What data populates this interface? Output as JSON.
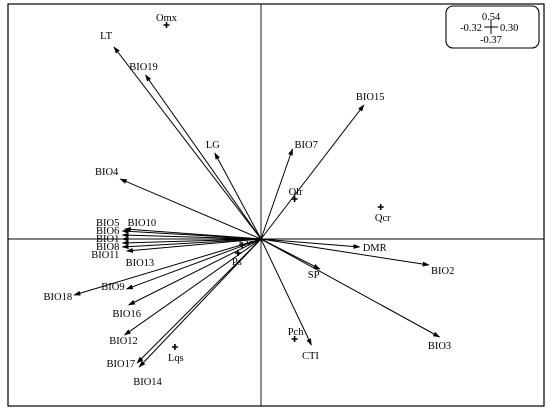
{
  "chart_data": {
    "type": "scatter",
    "title": "",
    "xlabel": "",
    "ylabel": "",
    "xlim": [
      -1,
      1
    ],
    "ylim": [
      -1,
      1
    ],
    "grid": false,
    "axes_through_origin": true,
    "scale_box": {
      "top": "0.54",
      "left": "-0.32",
      "right": "0.30",
      "bottom": "-0.37",
      "position": "top-right"
    },
    "arrows": [
      {
        "label": "LT",
        "x": -0.7,
        "y": 0.96
      },
      {
        "label": "BIO19",
        "x": -0.55,
        "y": 0.82
      },
      {
        "label": "LG",
        "x": -0.22,
        "y": 0.43
      },
      {
        "label": "BIO7",
        "x": 0.15,
        "y": 0.45
      },
      {
        "label": "BIO15",
        "x": 0.49,
        "y": 0.67
      },
      {
        "label": "BIO4",
        "x": -0.67,
        "y": 0.3
      },
      {
        "label": "BIO10",
        "x": -0.65,
        "y": 0.05
      },
      {
        "label": "BIO5",
        "x": -0.66,
        "y": 0.04
      },
      {
        "label": "BIO6",
        "x": -0.66,
        "y": 0.02
      },
      {
        "label": "BIO1",
        "x": -0.66,
        "y": 0.0
      },
      {
        "label": "BIO8",
        "x": -0.66,
        "y": -0.02
      },
      {
        "label": "BIO11",
        "x": -0.66,
        "y": -0.04
      },
      {
        "label": "BIO13",
        "x": -0.64,
        "y": -0.06
      },
      {
        "label": "BIO18",
        "x": -0.89,
        "y": -0.28
      },
      {
        "label": "BIO9",
        "x": -0.64,
        "y": -0.25
      },
      {
        "label": "BIO16",
        "x": -0.63,
        "y": -0.33
      },
      {
        "label": "BIO12",
        "x": -0.65,
        "y": -0.48
      },
      {
        "label": "BIO17",
        "x": -0.59,
        "y": -0.62
      },
      {
        "label": "BIO14",
        "x": -0.58,
        "y": -0.64
      },
      {
        "label": "DMR",
        "x": 0.47,
        "y": -0.04
      },
      {
        "label": "BIO2",
        "x": 0.8,
        "y": -0.13
      },
      {
        "label": "SP",
        "x": 0.28,
        "y": -0.15
      },
      {
        "label": "BIO3",
        "x": 0.85,
        "y": -0.49
      },
      {
        "label": "CTI",
        "x": 0.24,
        "y": -0.53
      }
    ],
    "points": [
      {
        "label": "Omx",
        "x": -0.45,
        "y": 1.07
      },
      {
        "label": "Olr",
        "x": 0.16,
        "y": 0.2
      },
      {
        "label": "Qcr",
        "x": 0.57,
        "y": 0.16
      },
      {
        "label": "Pch",
        "x": 0.16,
        "y": -0.5
      },
      {
        "label": "Lqs",
        "x": -0.41,
        "y": -0.54
      },
      {
        "label": "Cv",
        "x": -0.09,
        "y": -0.03
      },
      {
        "label": "Ps",
        "x": -0.11,
        "y": -0.07
      }
    ]
  },
  "colors": {
    "ink": "#000000",
    "background": "#ffffff"
  }
}
